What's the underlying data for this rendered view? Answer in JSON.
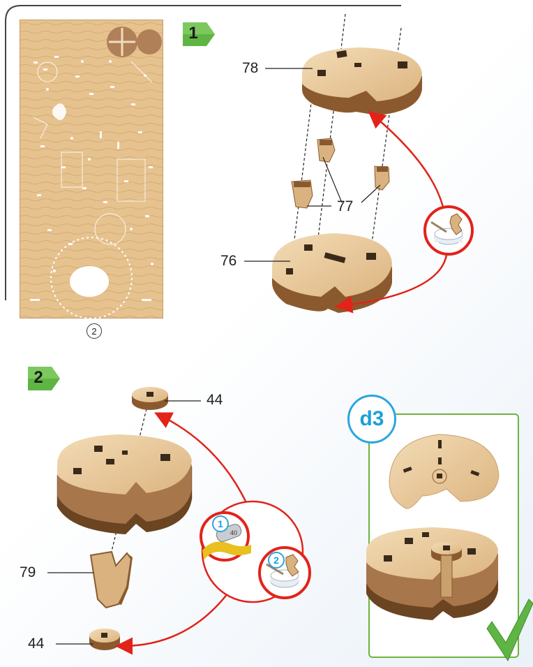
{
  "sheet": {
    "number": "2"
  },
  "step1": {
    "badge": "1",
    "labels": {
      "top_disc": "78",
      "blocks": "77",
      "bottom_disc": "76"
    }
  },
  "step2": {
    "badge": "2",
    "labels": {
      "top_washer": "44",
      "bracket": "79",
      "bottom_washer": "44"
    },
    "callouts": {
      "sandpaper": "1",
      "glue": "2"
    }
  },
  "detail": {
    "badge": "d3"
  },
  "colors": {
    "wood": "#e9c79c",
    "wood_edge": "#8a5a2e",
    "arrow": "#e2231a",
    "badge_green": "#5fb544",
    "detail_border": "#6cb33f",
    "badge_blue": "#2ba5e0"
  },
  "icons": [
    "glue-pot-icon",
    "sandpaper-icon",
    "check-mark-icon",
    "arrow-right-icon"
  ]
}
